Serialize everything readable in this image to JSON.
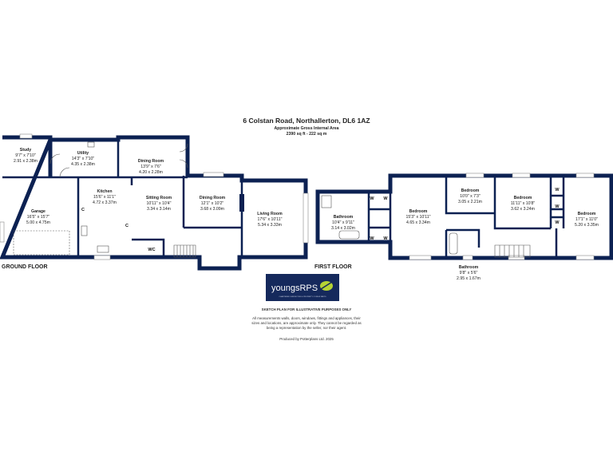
{
  "header": {
    "address": "6 Colstan Road, Northallerton, DL6 1AZ",
    "area_label": "Approximate Gross Internal Area",
    "area_value": "2390 sq ft - 222 sq m"
  },
  "ground_floor": {
    "label": "GROUND FLOOR",
    "rooms": [
      {
        "name": "Study",
        "imperial": "9'7\" x 7'10\"",
        "metric": "2.91 x 2.38m"
      },
      {
        "name": "Utility",
        "imperial": "14'3\" x 7'10\"",
        "metric": "4.35 x 2.38m"
      },
      {
        "name": "Dining Room",
        "imperial": "13'9\" x 7'6\"",
        "metric": "4.20 x 2.28m"
      },
      {
        "name": "Kitchen",
        "imperial": "15'6\" x 11'1\"",
        "metric": "4.72 x 3.37m"
      },
      {
        "name": "Sitting Room",
        "imperial": "10'11\" x 10'4\"",
        "metric": "3.34 x 3.14m"
      },
      {
        "name": "Dining Room",
        "imperial": "12'1\" x 10'2\"",
        "metric": "3.68 x 3.09m"
      },
      {
        "name": "Living Room",
        "imperial": "17'6\" x 10'11\"",
        "metric": "5.34 x 3.33m"
      },
      {
        "name": "Garage",
        "imperial": "16'5\" x 15'7\"",
        "metric": "5.00 x 4.75m"
      }
    ],
    "wc_label": "WC",
    "cupboard_label": "C"
  },
  "first_floor": {
    "label": "FIRST FLOOR",
    "rooms": [
      {
        "name": "Bathroom",
        "imperial": "10'4\" x 9'11\"",
        "metric": "3.14 x 3.02m"
      },
      {
        "name": "Bedroom",
        "imperial": "15'3\" x 10'11\"",
        "metric": "4.65 x 3.34m"
      },
      {
        "name": "Bedroom",
        "imperial": "10'0\" x 7'3\"",
        "metric": "3.05 x 2.21m"
      },
      {
        "name": "Bedroom",
        "imperial": "11'11\" x 10'8\"",
        "metric": "3.62 x 3.24m"
      },
      {
        "name": "Bedroom",
        "imperial": "17'1\" x 11'0\"",
        "metric": "5.20 x 3.35m"
      },
      {
        "name": "Bathroom",
        "imperial": "9'8\" x 5'6\"",
        "metric": "2.95 x 1.67m"
      }
    ],
    "wardrobe_label": "W"
  },
  "logo": {
    "text": "youngsRPS",
    "tagline": "CHARTERED SURVEYORS & PROPERTY CONSULTANTS",
    "background": "#15295c"
  },
  "footer": {
    "disclaimer_title": "SKETCH PLAN FOR ILLUSTRATIVE PURPOSES ONLY",
    "disclaimer_lines": [
      "All measurements walls, doors, windows, fittings and appliances, their",
      "sizes and locations, are approximate only. They cannot be regarded as",
      "being a representation by the seller, nor their agent."
    ],
    "produced_by": "Produced by Potterplans Ltd. 2025"
  },
  "colors": {
    "wall": "#0c2152"
  }
}
